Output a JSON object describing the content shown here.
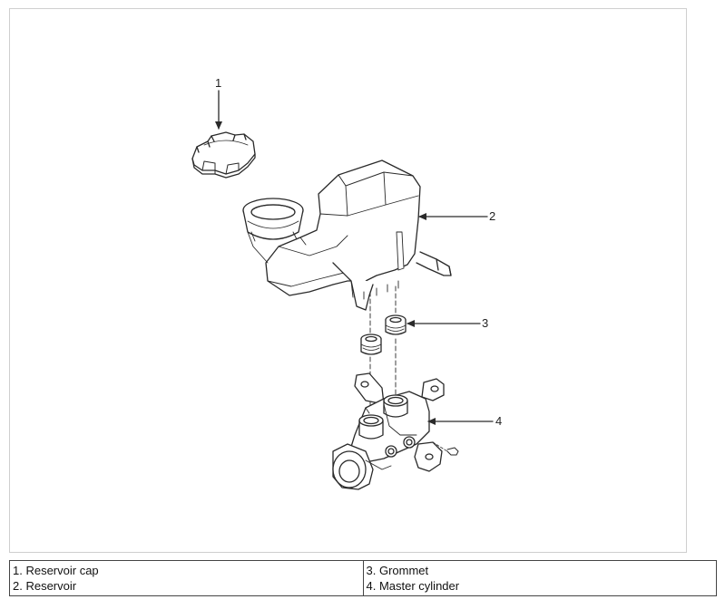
{
  "diagram": {
    "callouts": [
      "1",
      "2",
      "3",
      "4"
    ]
  },
  "legend": {
    "left": [
      "1. Reservoir cap",
      "2. Reservoir"
    ],
    "right": [
      "3. Grommet",
      "4. Master cylinder"
    ]
  },
  "colors": {
    "line": "#2a2a2a",
    "frame_border": "#cfcfcf",
    "table_border": "#444444"
  }
}
